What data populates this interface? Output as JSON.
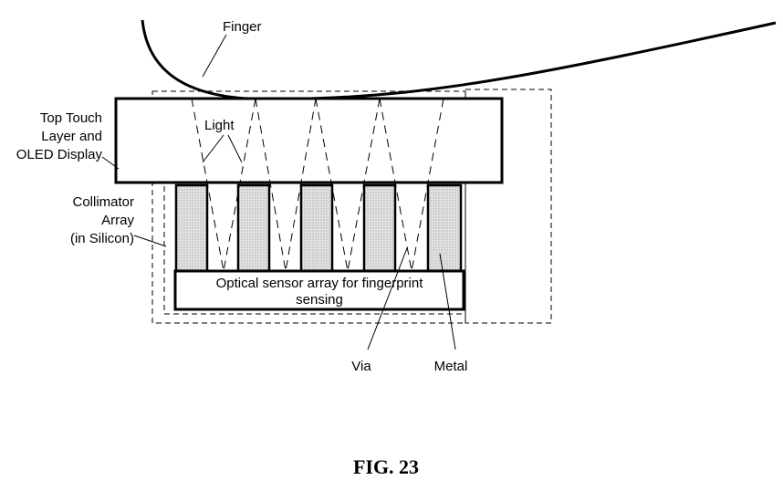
{
  "labels": {
    "finger": "Finger",
    "light": "Light",
    "top_touch_line1": "Top Touch",
    "top_touch_line2": "Layer and",
    "top_touch_line3": "OLED Display",
    "collimator_line1": "Collimator",
    "collimator_line2": "Array",
    "collimator_line3": "(in Silicon)",
    "sensor_line1": "Optical sensor array for fingerprint",
    "sensor_line2": "sensing",
    "via": "Via",
    "metal": "Metal"
  },
  "figure_caption": "FIG. 23",
  "colors": {
    "stroke": "#000000",
    "metal_fill": "#d3d3d3",
    "background": "#ffffff"
  }
}
